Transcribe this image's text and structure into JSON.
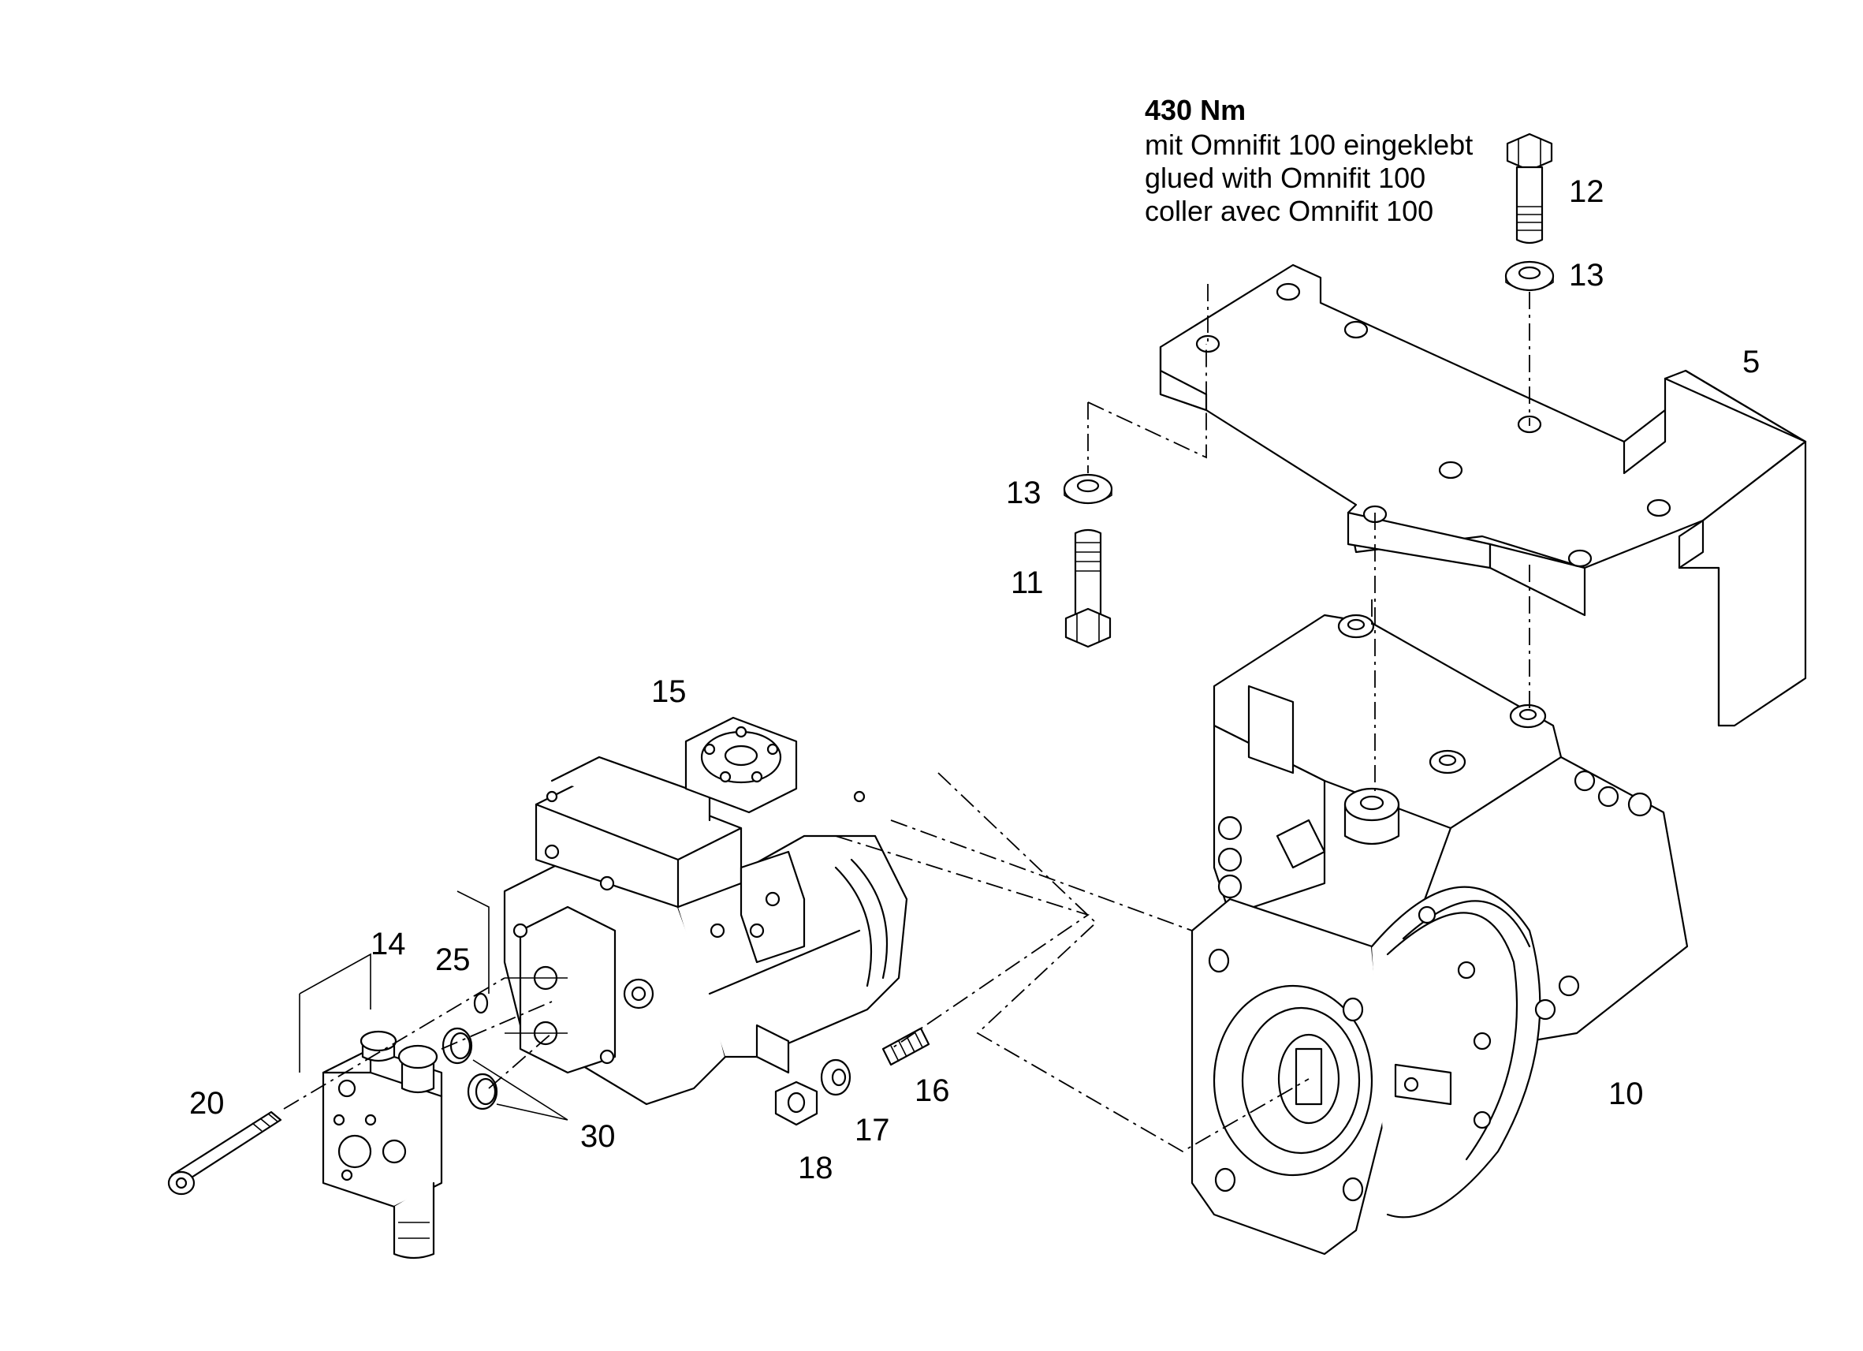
{
  "note": {
    "torque": "430 Nm",
    "lines": [
      "mit Omnifit 100 eingeklebt",
      "glued with Omnifit 100",
      "coller avec Omnifit 100"
    ]
  },
  "part_labels": {
    "p5": "5",
    "p10": "10",
    "p11": "11",
    "p12": "12",
    "p13_top": "13",
    "p13_left": "13",
    "p14": "14",
    "p15": "15",
    "p16": "16",
    "p17": "17",
    "p18": "18",
    "p20": "20",
    "p25": "25",
    "p30": "30"
  }
}
